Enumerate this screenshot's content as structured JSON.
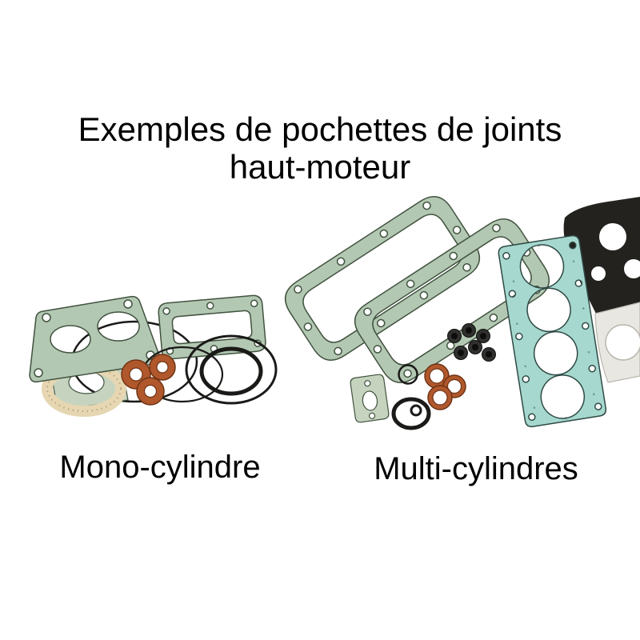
{
  "title": {
    "line1": "Exemples de pochettes de joints",
    "line2": "haut-moteur"
  },
  "captions": {
    "mono": "Mono-cylindre",
    "multi": "Multi-cylindres"
  },
  "colors": {
    "background": "#ffffff",
    "text": "#000000",
    "gasket-green": "#b3c8b3",
    "gasket-green-dark": "#41523f",
    "gasket-green-pale": "#c6d4bf",
    "gasket-teal": "#a6d8cf",
    "gasket-teal-dark": "#2f4a44",
    "copper": "#b0582c",
    "copper-dark": "#6f3315",
    "cream": "#e6d6b2",
    "cream-dark": "#a2906a",
    "ink": "#1a1a18",
    "light-gasket": "#e9e7e1"
  }
}
